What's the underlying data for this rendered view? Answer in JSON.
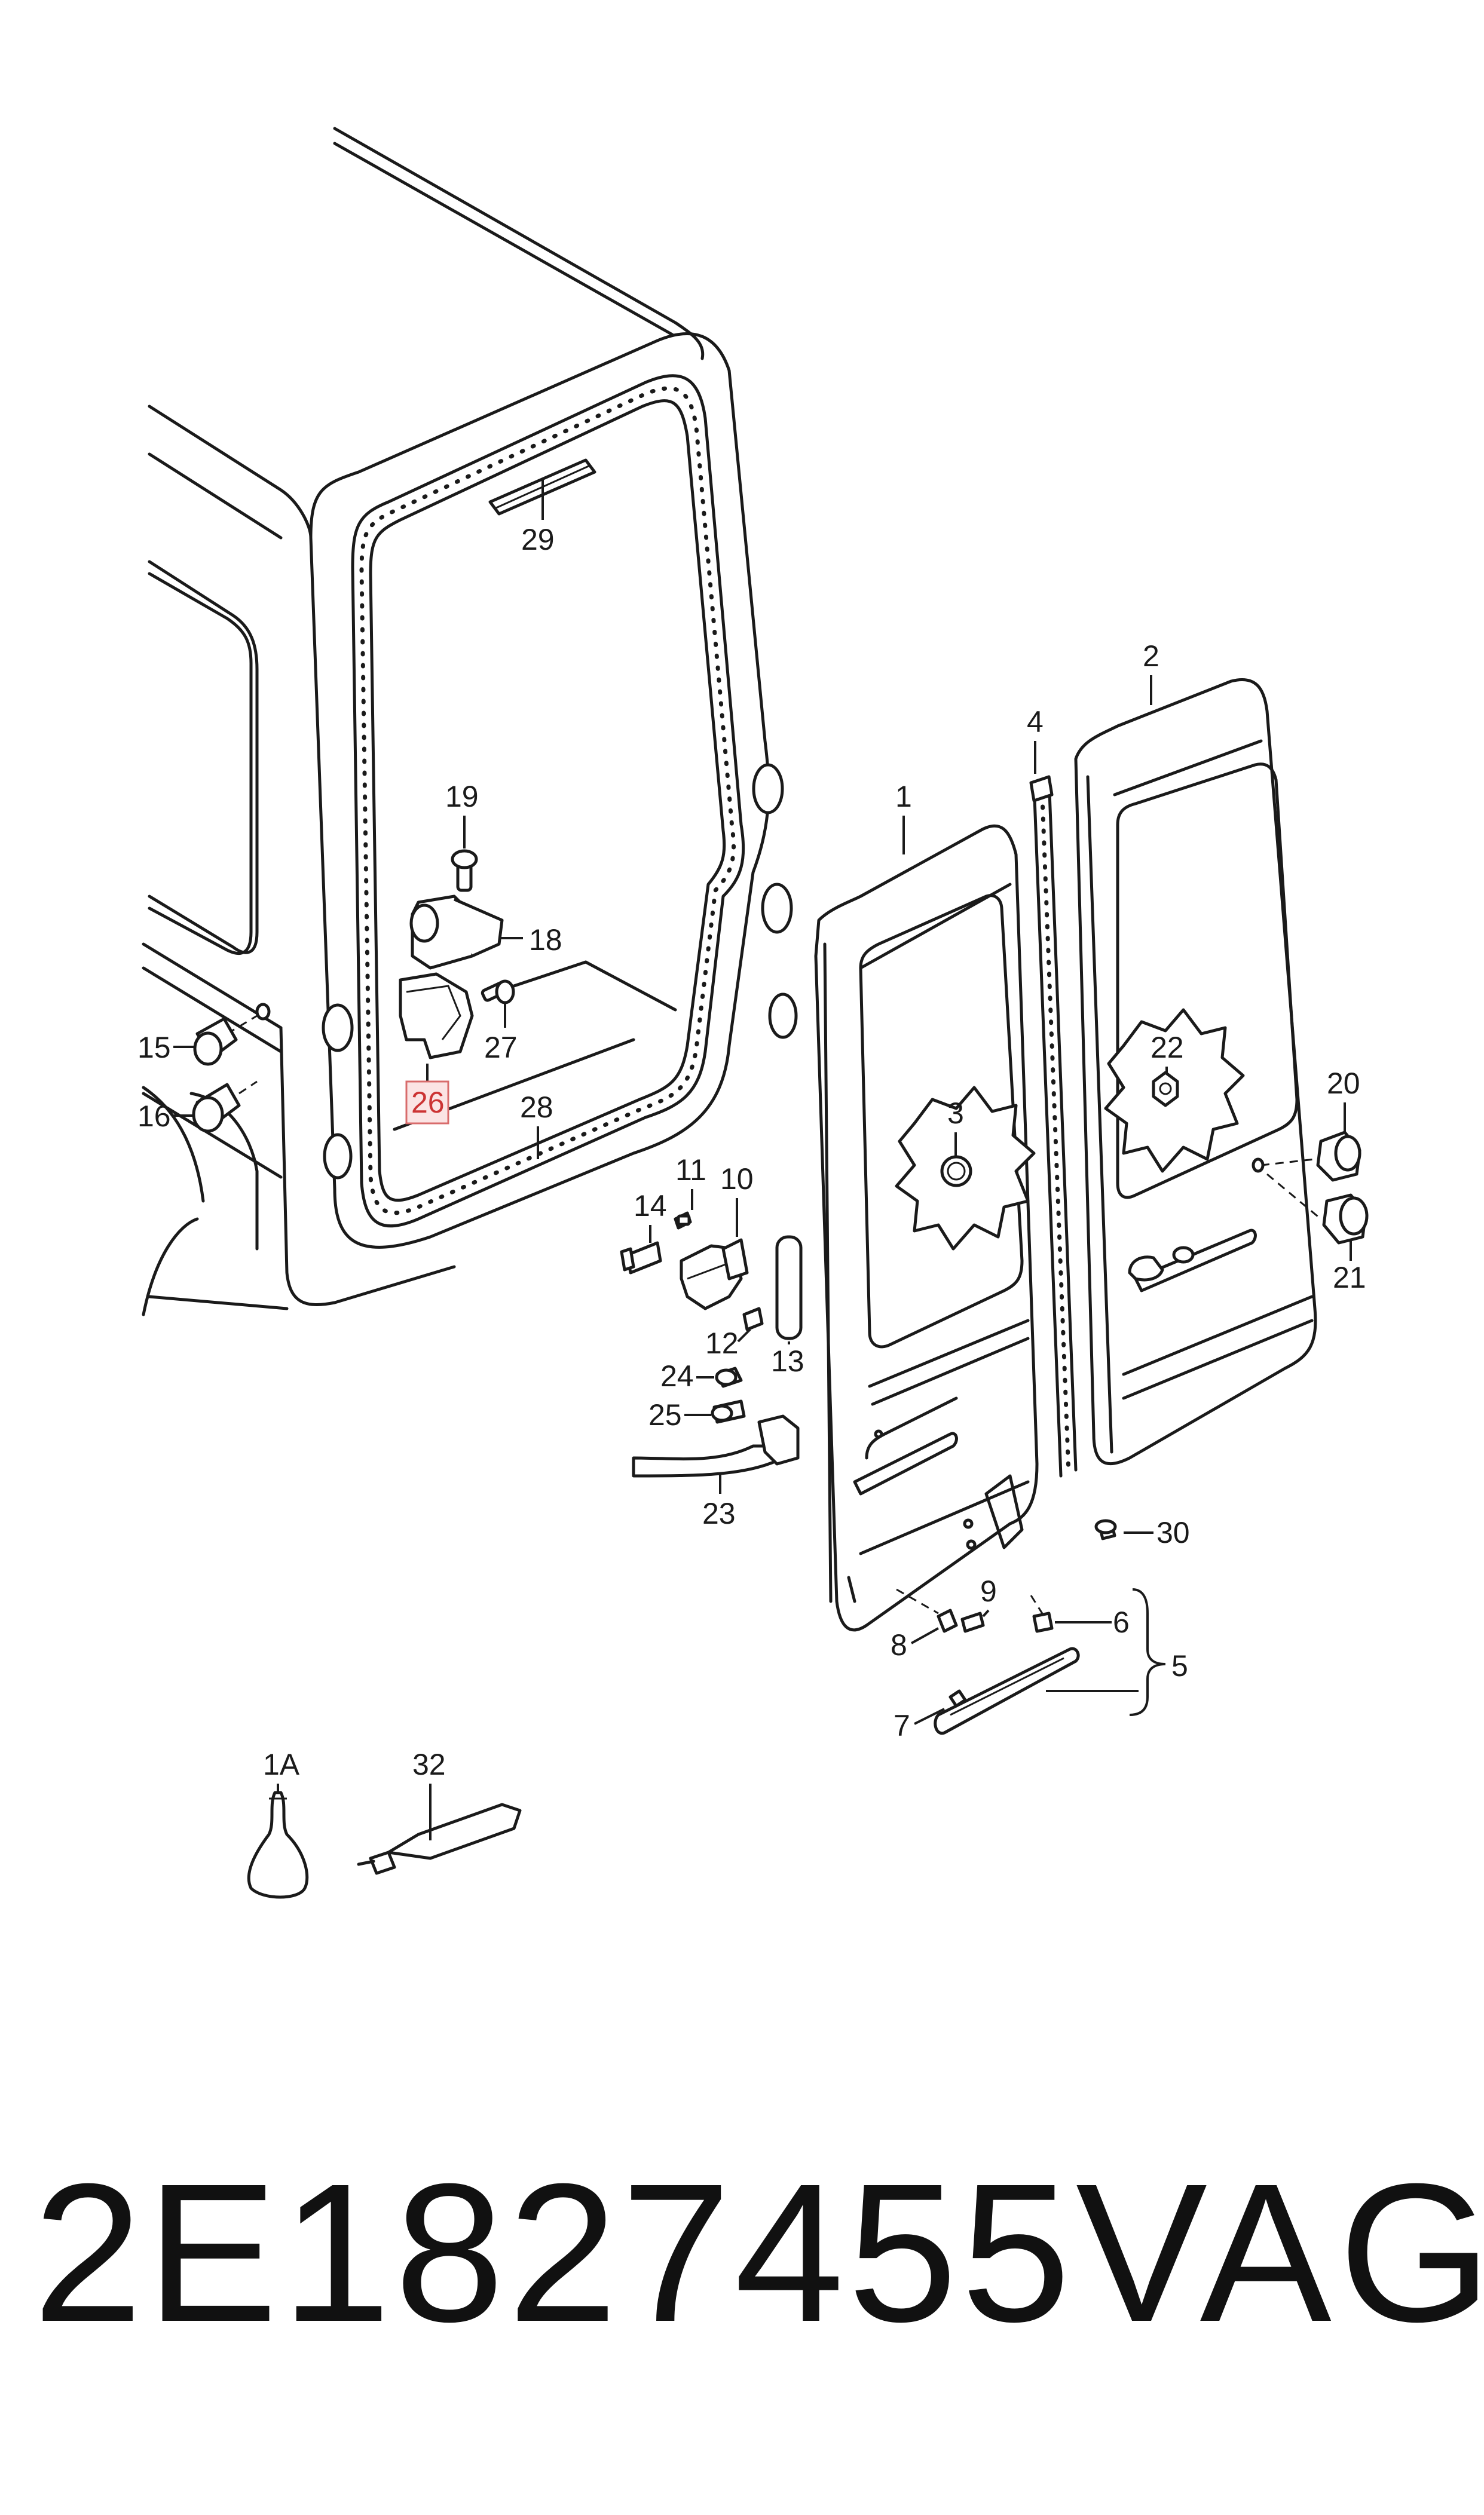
{
  "diagram": {
    "callouts": {
      "c1": "1",
      "c1A": "1A",
      "c2": "2",
      "c3": "3",
      "c4": "4",
      "c5": "5",
      "c6": "6",
      "c7": "7",
      "c8": "8",
      "c9": "9",
      "c10": "10",
      "c11": "11",
      "c12": "12",
      "c13": "13",
      "c14": "14",
      "c15": "15",
      "c16": "16",
      "c18": "18",
      "c19": "19",
      "c20": "20",
      "c21": "21",
      "c22": "22",
      "c23": "23",
      "c24": "24",
      "c25": "25",
      "c26": "26",
      "c27": "27",
      "c28": "28",
      "c29": "29",
      "c30": "30",
      "c32": "32"
    },
    "highlighted_callout": "26",
    "highlight_color": "#d86b6b"
  },
  "footer": {
    "part_number": "2E1827455",
    "brand": "VAG"
  }
}
